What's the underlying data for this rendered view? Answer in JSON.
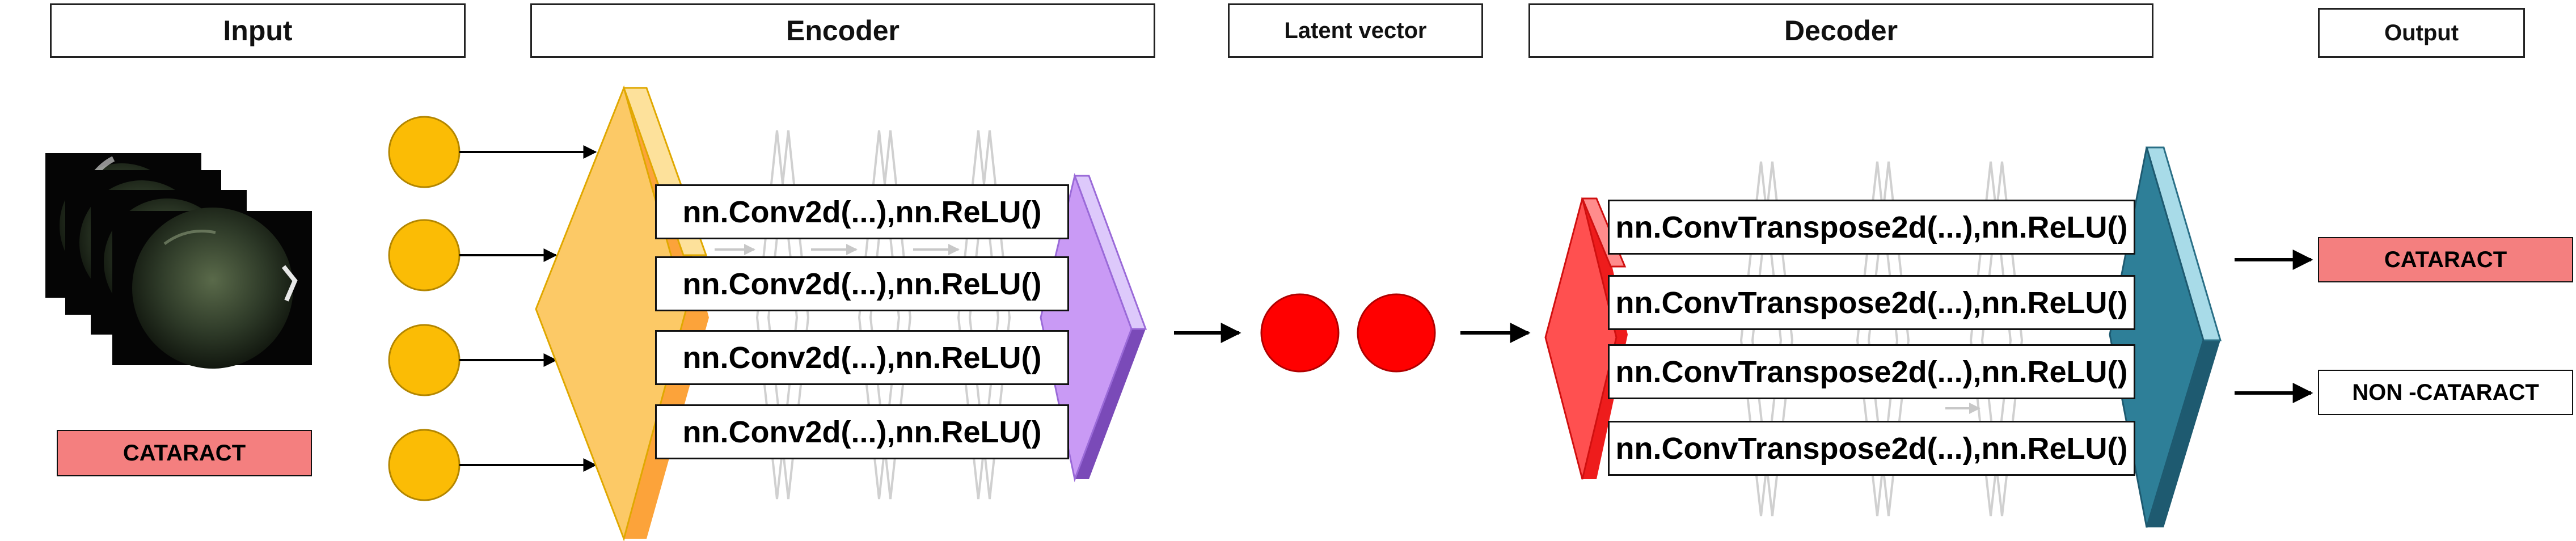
{
  "headers": {
    "input": "Input",
    "encoder": "Encoder",
    "latent": "Latent vector",
    "decoder": "Decoder",
    "output": "Output"
  },
  "input_label": "CATARACT",
  "encoder_layers": [
    "nn.Conv2d(...),nn.ReLU()",
    "nn.Conv2d(...),nn.ReLU()",
    "nn.Conv2d(...),nn.ReLU()",
    "nn.Conv2d(...),nn.ReLU()"
  ],
  "decoder_layers": [
    "nn.ConvTranspose2d(...),nn.ReLU()",
    "nn.ConvTranspose2d(...),nn.ReLU()",
    "nn.ConvTranspose2d(...),nn.ReLU()",
    "nn.ConvTranspose2d(...),nn.ReLU()"
  ],
  "outputs": {
    "cataract": "CATARACT",
    "non_cataract": "NON -CATARACT"
  },
  "colors": {
    "input_node": "#fbbc05",
    "encoder_block": "#fcc966",
    "encoder_end": "#c99af5",
    "latent_node": "#ff0000",
    "decoder_start": "#ff5050",
    "decoder_end": "#2e7f98",
    "highlight_label": "#f47f7f"
  }
}
